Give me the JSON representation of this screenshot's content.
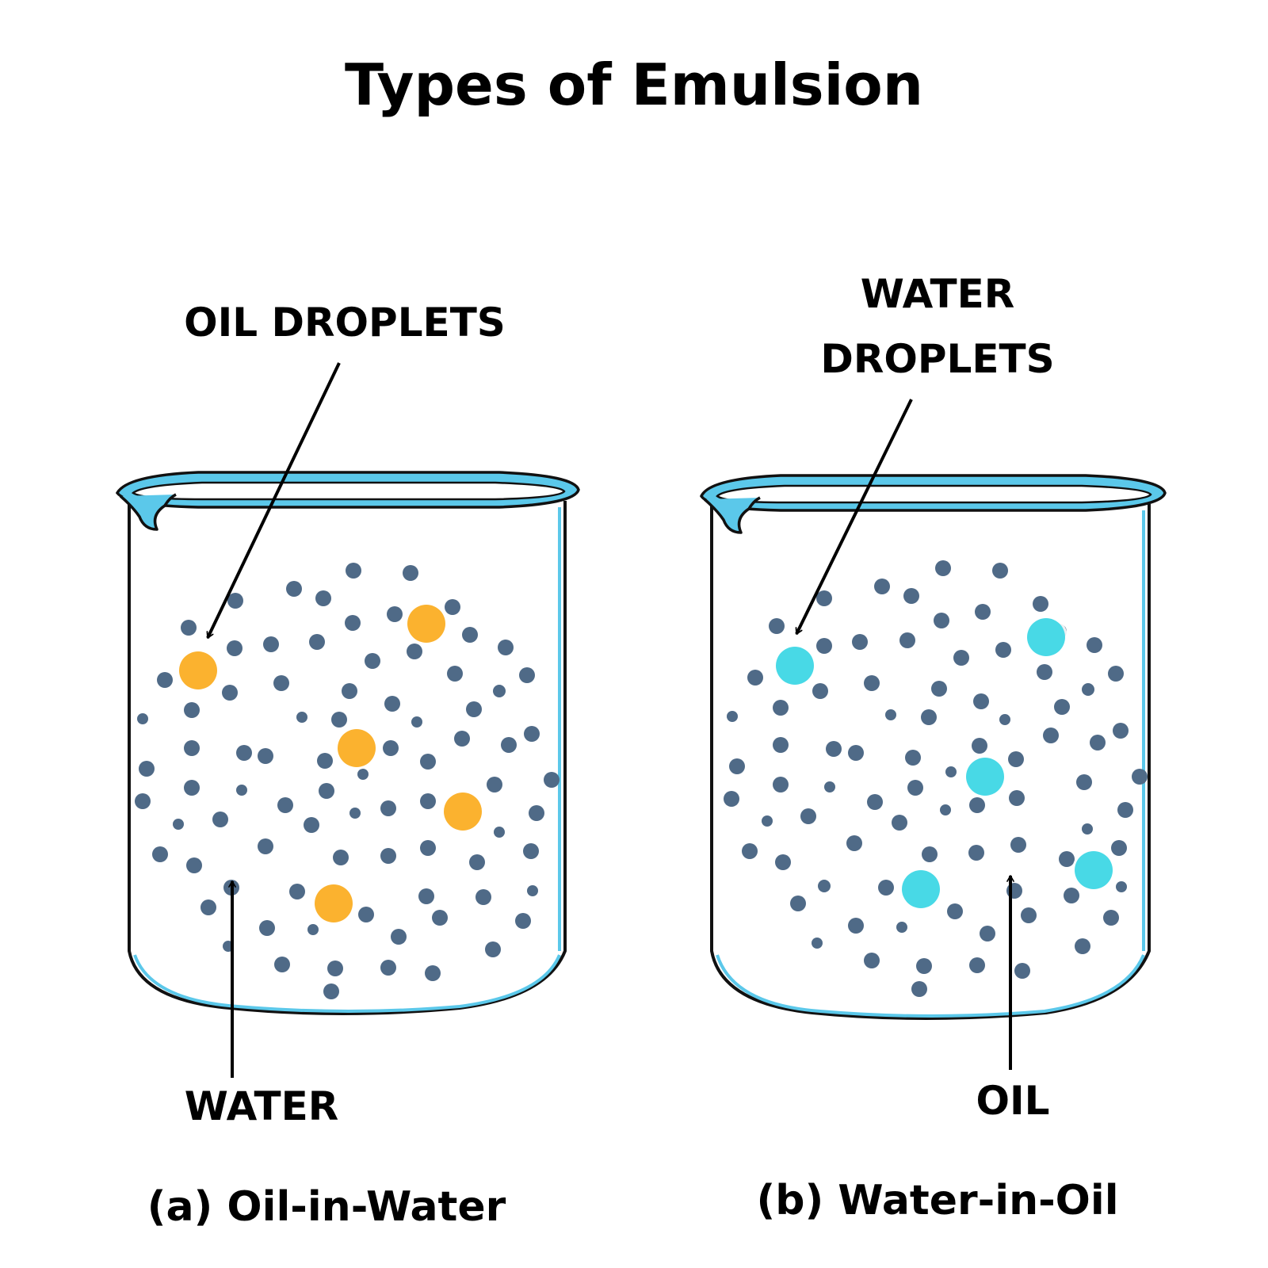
{
  "title": "Types of Emulsion",
  "colors": {
    "beaker_rim": "#5BC8EA",
    "outline": "#111111",
    "particle": "#4F6A87",
    "oil_droplet": "#FBB22F",
    "water_droplet": "#48D9E6"
  },
  "panels": [
    {
      "caption": "(a) Oil-in-Water",
      "top_label": [
        "OIL DROPLETS"
      ],
      "bottom_label": "WATER",
      "droplet_kind": "oil"
    },
    {
      "caption": "(b) Water-in-Oil",
      "top_label": [
        "WATER",
        "DROPLETS"
      ],
      "bottom_label": "OIL",
      "droplet_kind": "water"
    }
  ]
}
